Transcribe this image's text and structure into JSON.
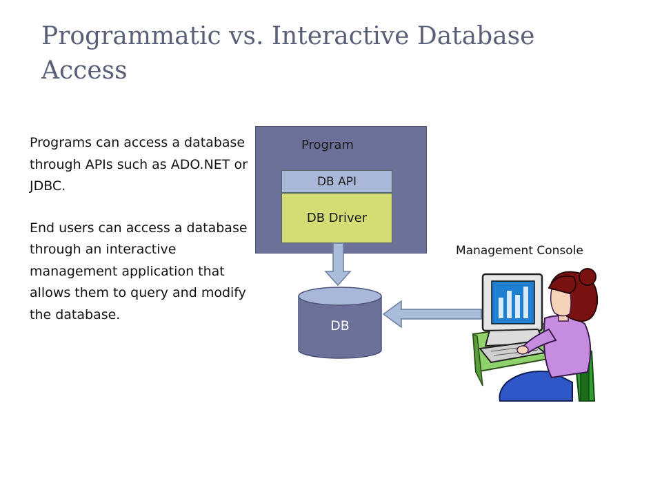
{
  "title": "Programmatic vs. Interactive Database Access",
  "body": {
    "paragraph1": "Programs can access a database through APIs such as ADO.NET or JDBC.",
    "paragraph2": "End users can access a database through an interactive management application that allows them to query and modify the database."
  },
  "diagram": {
    "program_label": "Program",
    "db_api_label": "DB API",
    "db_driver_label": "DB Driver",
    "db_label": "DB",
    "console_label": "Management Console",
    "icons": [
      "down-arrow-icon",
      "left-arrow-icon",
      "user-at-computer-icon",
      "database-cylinder-icon"
    ],
    "colors": {
      "program_fill": "#6b7198",
      "db_api_fill": "#a9b8d9",
      "db_driver_fill": "#d4dc74",
      "db_fill": "#6b7198",
      "arrow_fill": "#a9bcd9"
    }
  }
}
